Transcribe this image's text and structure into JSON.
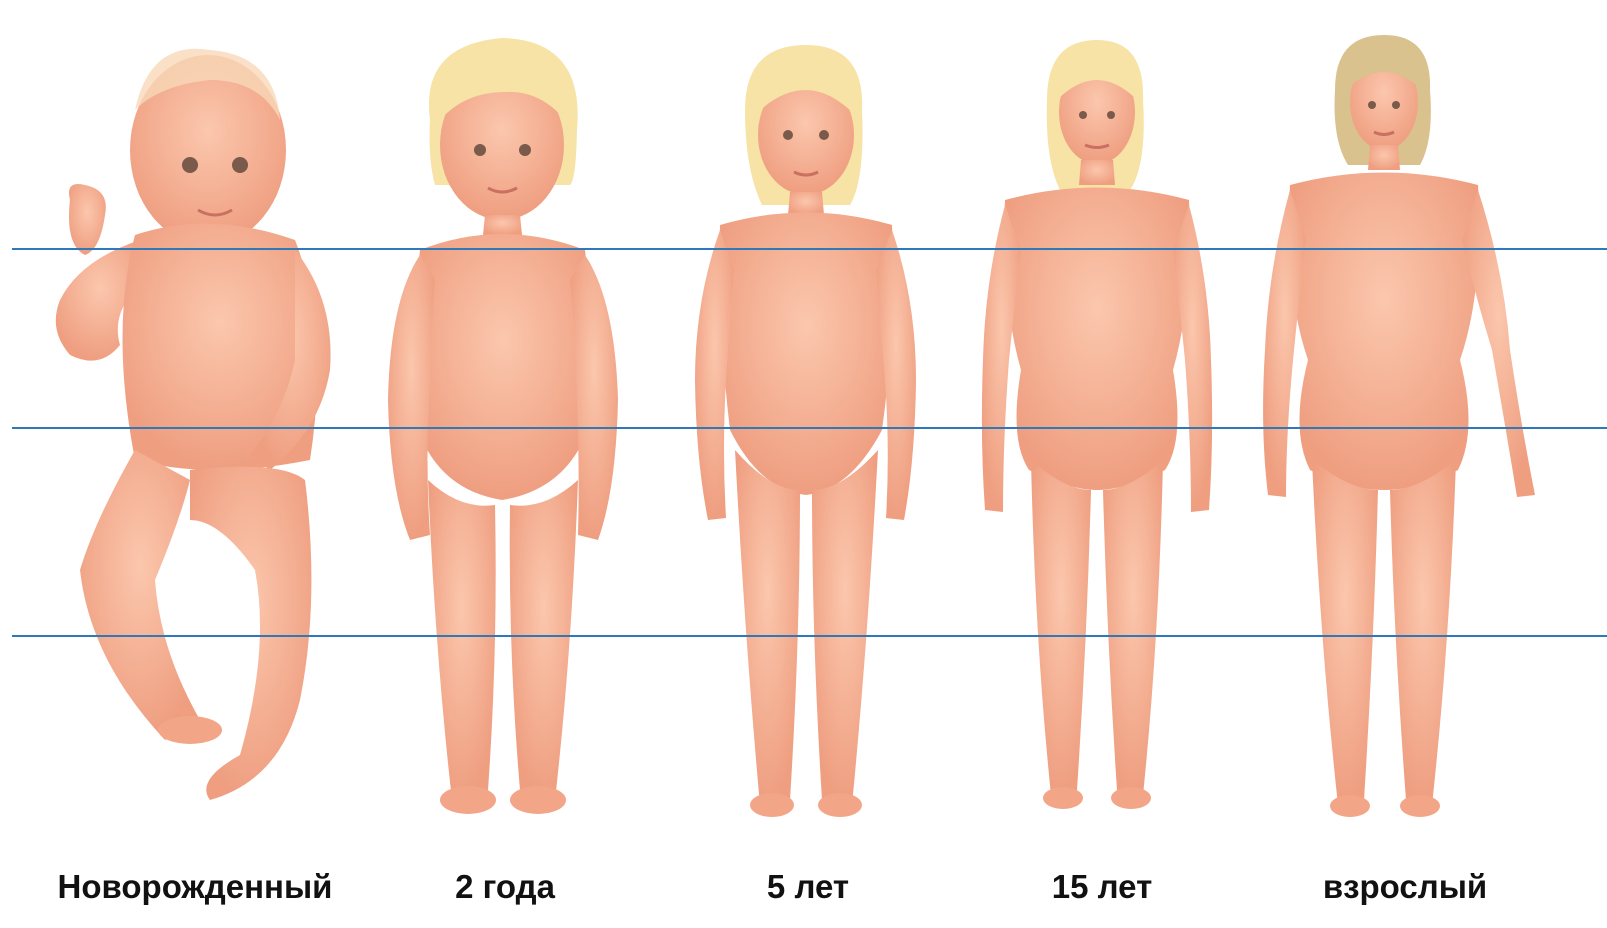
{
  "colors": {
    "background": "#ffffff",
    "guide_line": "#2f79b8",
    "skin": "#f6b094",
    "skin_shade": "#ec9a7c",
    "hair_light": "#f6e3a5",
    "hair_adult": "#d9c28e",
    "label_text": "#111111"
  },
  "figures": [
    {
      "id": "newborn",
      "label": "Новорожденный",
      "hair_icon": "short-hair-icon"
    },
    {
      "id": "age-2",
      "label": "2 года",
      "hair_icon": "bob-hair-icon"
    },
    {
      "id": "age-5",
      "label": "5 лет",
      "hair_icon": "long-hair-icon"
    },
    {
      "id": "age-15",
      "label": "15 лет",
      "hair_icon": "long-hair-icon"
    },
    {
      "id": "adult",
      "label": "взрослый",
      "hair_icon": "long-hair-icon"
    }
  ],
  "guide_lines": 3
}
